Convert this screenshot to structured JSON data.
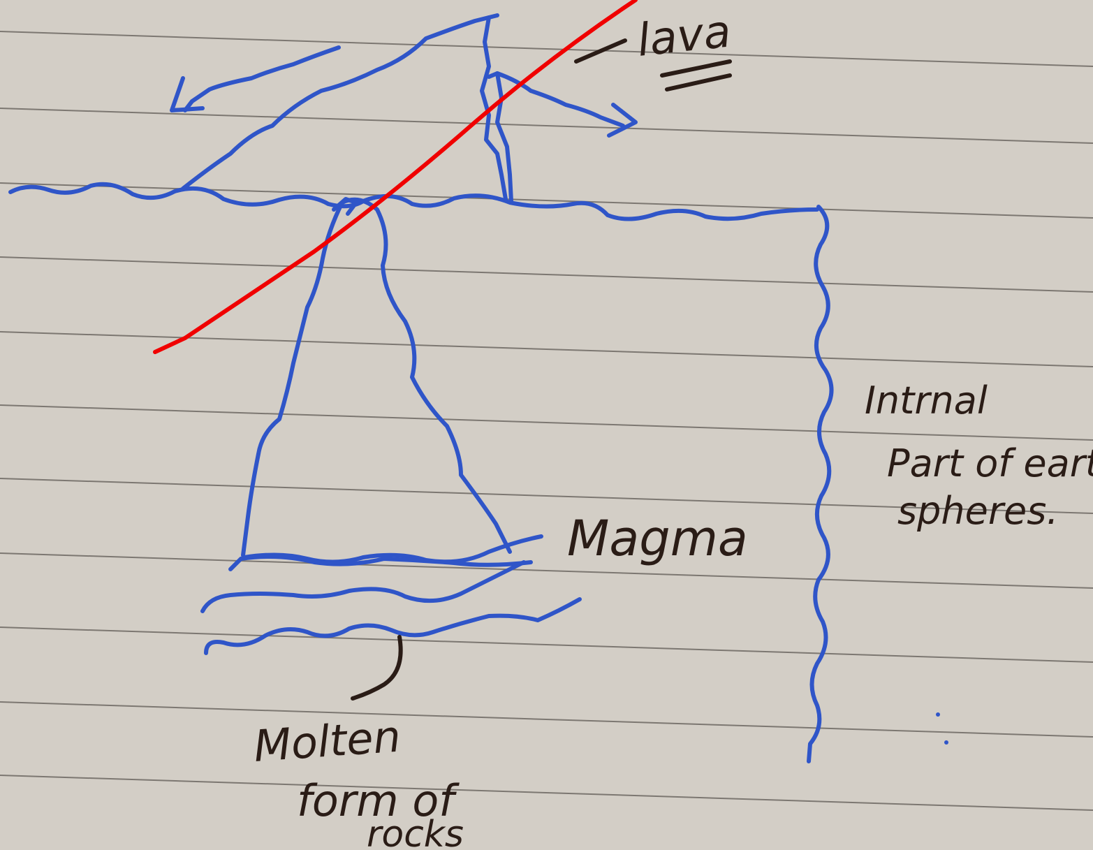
{
  "diagram": {
    "labels": {
      "lava": "lava",
      "magma": "Magma",
      "internal": [
        "Intrnal",
        "Part of earth",
        "spheres."
      ],
      "molten": [
        "Molten",
        "form of",
        "rocks"
      ]
    },
    "colors": {
      "paper": "#d3cec6",
      "rule_line": "#5f5a55",
      "ink_blue": "#2f55c8",
      "ink_dark": "#2a1c16",
      "strike_red": "#f00000"
    },
    "icons": [
      "volcano-sketch",
      "lava-flow-arrow-left",
      "lava-flow-arrow-right",
      "pointer-line",
      "red-strike-line"
    ]
  }
}
